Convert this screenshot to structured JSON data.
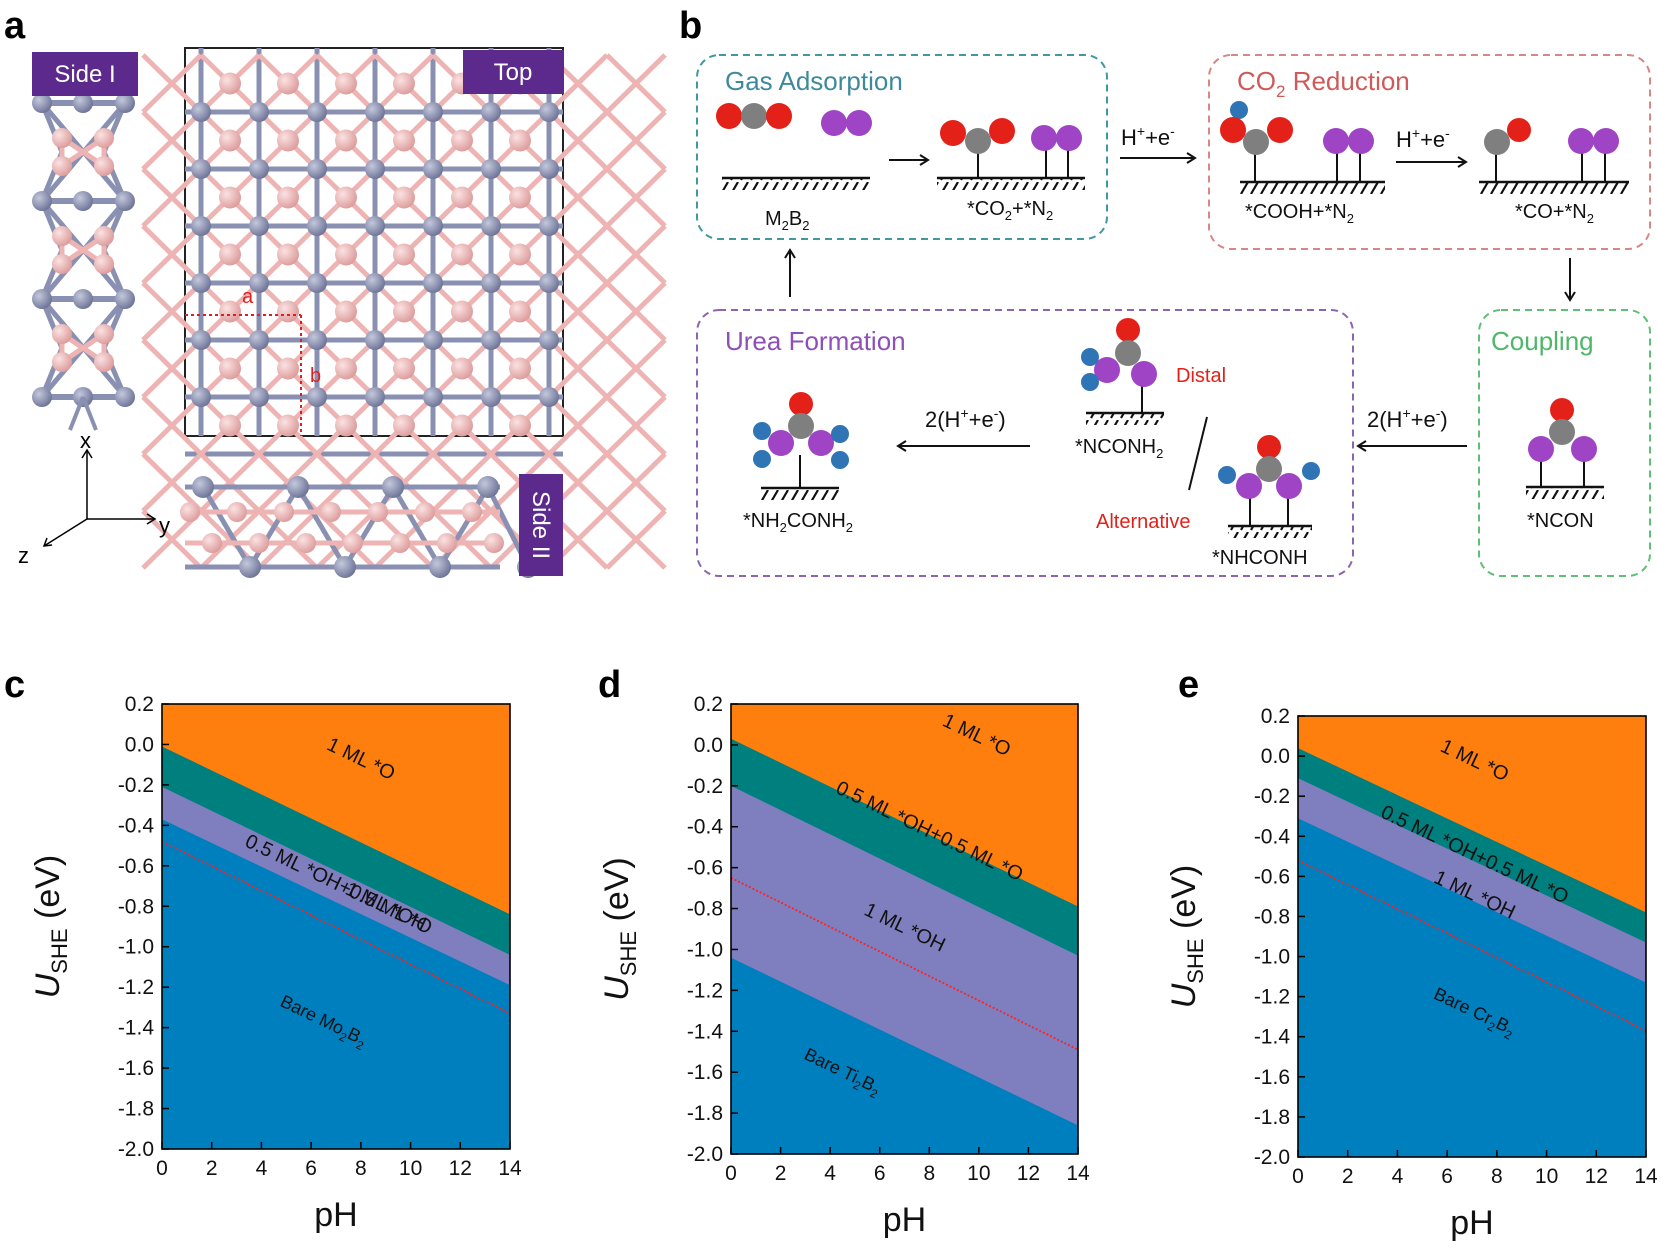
{
  "panel_letters": [
    "a",
    "b",
    "c",
    "d",
    "e"
  ],
  "panel_a": {
    "side1": "Side I",
    "top": "Top",
    "side2": "Side II",
    "lattice_a": "a",
    "lattice_b": "b",
    "axis_x": "x",
    "axis_y": "y",
    "axis_z": "z",
    "colors": {
      "metal": "#8a90b2",
      "boron": "#eeb4b4",
      "label_bg": "#5b2a8c"
    }
  },
  "panel_b": {
    "gas_adsorption": "Gas Adsorption",
    "co2_reduction": "CO",
    "co2_reduction_sub": "2",
    "co2_reduction_tail": " Reduction",
    "coupling": "Coupling",
    "urea_formation": "Urea Formation",
    "m2b2": "M",
    "m2b2_sub1": "2",
    "m2b2_mid": "B",
    "m2b2_sub2": "2",
    "co2_n2": "*CO",
    "co2_n2_sub1": "2",
    "co2_n2_mid": "+*N",
    "co2_n2_sub2": "2",
    "cooh_n2": "*COOH+*N",
    "cooh_n2_sub": "2",
    "co_n2": "*CO+*N",
    "co_n2_sub": "2",
    "ncon": "*NCON",
    "nconh2": "*NCONH",
    "nconh2_sub": "2",
    "nhconh": "*NHCONH",
    "nh2conh2_a": "*NH",
    "nh2conh2_sub1": "2",
    "nh2conh2_b": "CONH",
    "nh2conh2_sub2": "2",
    "distal": "Distal",
    "alternative": "Alternative",
    "step_h": "H",
    "step_sup1": "+",
    "step_e": "+e",
    "step_sup2": "-",
    "two_open": "2(H",
    "two_sup1": "+",
    "two_mid": "+e",
    "two_sup2": "-",
    "two_close": ")",
    "colors": {
      "O": "#e32119",
      "C": "#7f7f7f",
      "N": "#9e44c4",
      "H": "#2f74b5",
      "gas_box": "#3e9aa0",
      "co2_box": "#d88686",
      "coupling_box": "#5fbf74",
      "urea_box": "#8e64b2",
      "distal": "#e32119"
    }
  },
  "chart_data": [
    {
      "type": "area",
      "panel": "c",
      "xlabel": "pH",
      "ylabel_main": "U",
      "ylabel_sub": "SHE",
      "ylabel_unit": " (eV)",
      "xlim": [
        0,
        14
      ],
      "ylim": [
        -2.0,
        0.2
      ],
      "x_ticks": [
        "0",
        "2",
        "4",
        "6",
        "8",
        "10",
        "12",
        "14"
      ],
      "y_ticks": [
        "0.2",
        "0.0",
        "-0.2",
        "-0.4",
        "-0.6",
        "-0.8",
        "-1.0",
        "-1.2",
        "-1.4",
        "-1.6",
        "-1.8",
        "-2.0"
      ],
      "boundaries": [
        {
          "name": "1 ML *O / 0.5 ML *OH+0.5 ML *O",
          "y_at_0": -0.01,
          "y_at_14": -0.84
        },
        {
          "name": "0.5 ML *OH+0.5 ML *O / 1 ML *OH",
          "y_at_0": -0.21,
          "y_at_14": -1.04
        },
        {
          "name": "1 ML *OH / Bare Mo2B2",
          "y_at_0": -0.37,
          "y_at_14": -1.19
        }
      ],
      "red_dotted_line": {
        "y_at_0": -0.48,
        "y_at_14": -1.33
      },
      "regions": [
        {
          "label": "1 ML *O",
          "color": "#ff7f0e"
        },
        {
          "label": "0.5 ML *OH+0.5 ML *O",
          "color": "#007f7f"
        },
        {
          "label": "1 ML *OH",
          "color": "#7f7fbf"
        },
        {
          "label": "Bare Mo",
          "label_sub1": "2",
          "label_mid": "B",
          "label_sub2": "2",
          "color": "#007fbf"
        }
      ]
    },
    {
      "type": "area",
      "panel": "d",
      "xlabel": "pH",
      "ylabel_main": "U",
      "ylabel_sub": "SHE",
      "ylabel_unit": " (eV)",
      "xlim": [
        0,
        14
      ],
      "ylim": [
        -2.0,
        0.2
      ],
      "x_ticks": [
        "0",
        "2",
        "4",
        "6",
        "8",
        "10",
        "12",
        "14"
      ],
      "y_ticks": [
        "0.2",
        "0.0",
        "-0.2",
        "-0.4",
        "-0.6",
        "-0.8",
        "-1.0",
        "-1.2",
        "-1.4",
        "-1.6",
        "-1.8",
        "-2.0"
      ],
      "boundaries": [
        {
          "name": "1 ML *O / 0.5 ML *OH+0.5 ML *O",
          "y_at_0": 0.03,
          "y_at_14": -0.79
        },
        {
          "name": "0.5 ML *OH+0.5 ML *O / 1 ML *OH",
          "y_at_0": -0.2,
          "y_at_14": -1.03
        },
        {
          "name": "1 ML *OH / Bare Ti2B2",
          "y_at_0": -1.04,
          "y_at_14": -1.86
        }
      ],
      "red_dotted_line": {
        "y_at_0": -0.65,
        "y_at_14": -1.49
      },
      "regions": [
        {
          "label": "1 ML *O",
          "color": "#ff7f0e"
        },
        {
          "label": "0.5 ML *OH+0.5 ML *O",
          "color": "#007f7f"
        },
        {
          "label": "1 ML *OH",
          "color": "#7f7fbf"
        },
        {
          "label": "Bare Ti",
          "label_sub1": "2",
          "label_mid": "B",
          "label_sub2": "2",
          "color": "#007fbf"
        }
      ]
    },
    {
      "type": "area",
      "panel": "e",
      "xlabel": "pH",
      "ylabel_main": "U",
      "ylabel_sub": "SHE",
      "ylabel_unit": " (eV)",
      "xlim": [
        0,
        14
      ],
      "ylim": [
        -2.0,
        0.2
      ],
      "x_ticks": [
        "0",
        "2",
        "4",
        "6",
        "8",
        "10",
        "12",
        "14"
      ],
      "y_ticks": [
        "0.2",
        "0.0",
        "-0.2",
        "-0.4",
        "-0.6",
        "-0.8",
        "-1.0",
        "-1.2",
        "-1.4",
        "-1.6",
        "-1.8",
        "-2.0"
      ],
      "boundaries": [
        {
          "name": "1 ML *O / 0.5 ML *OH+0.5 ML *O",
          "y_at_0": 0.04,
          "y_at_14": -0.78
        },
        {
          "name": "0.5 ML *OH+0.5 ML *O / 1 ML *OH",
          "y_at_0": -0.11,
          "y_at_14": -0.93
        },
        {
          "name": "1 ML *OH / Bare Cr2B2",
          "y_at_0": -0.31,
          "y_at_14": -1.13
        }
      ],
      "red_dotted_line": {
        "y_at_0": -0.52,
        "y_at_14": -1.37
      },
      "regions": [
        {
          "label": "1 ML *O",
          "color": "#ff7f0e"
        },
        {
          "label": "0.5 ML *OH+0.5 ML *O",
          "color": "#007f7f"
        },
        {
          "label": "1 ML *OH",
          "color": "#7f7fbf"
        },
        {
          "label": "Bare Cr",
          "label_sub1": "2",
          "label_mid": "B",
          "label_sub2": "2",
          "color": "#007fbf"
        }
      ]
    }
  ]
}
